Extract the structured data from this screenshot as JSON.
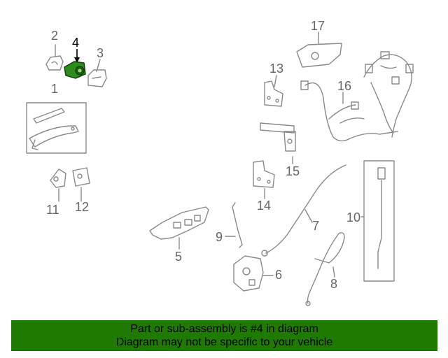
{
  "callouts": {
    "c1": "1",
    "c2": "2",
    "c3": "3",
    "c4": "4",
    "c5": "5",
    "c6": "6",
    "c7": "7",
    "c8": "8",
    "c9": "9",
    "c10": "10",
    "c11": "11",
    "c12": "12",
    "c13": "13",
    "c14": "14",
    "c15": "15",
    "c16": "16",
    "c17": "17"
  },
  "highlight_part": "4",
  "banner": {
    "line1": "Part or sub-assembly is #4 in diagram",
    "line2": "Diagram may not be specific to your vehicle"
  },
  "colors": {
    "banner_bg": "#1e7a00",
    "highlight_part": "#2e8b1e",
    "line_art": "#8a8a8a",
    "callout_text": "#666666"
  }
}
